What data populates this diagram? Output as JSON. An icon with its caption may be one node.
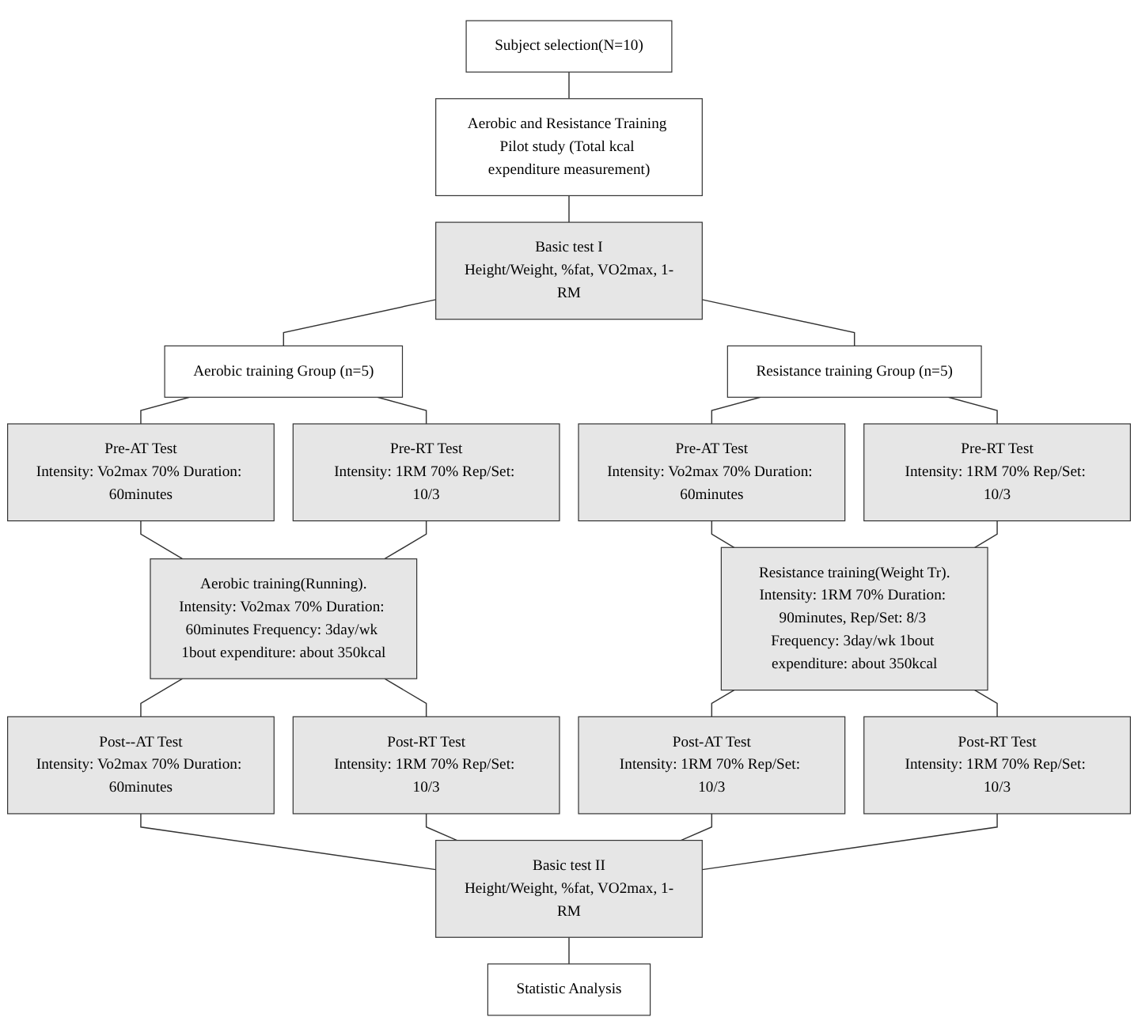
{
  "diagram": {
    "nodes": [
      {
        "text": [
          "Subject selection(N=10)"
        ]
      },
      {
        "text": [
          "Aerobic and Resistance Training Pilot study (Total kcal expenditure measurement)"
        ]
      },
      {
        "text": [
          "Basic test I",
          "Height/Weight, %fat, VO2max, 1-RM"
        ]
      },
      {
        "text": [
          "Aerobic training Group (n=5)"
        ]
      },
      {
        "text": [
          "Resistance training Group (n=5)"
        ]
      },
      {
        "text": [
          "Pre-AT Test",
          "Intensity: Vo2max 70% Duration: 60minutes"
        ]
      },
      {
        "text": [
          "Pre-RT Test",
          "Intensity: 1RM 70% Rep/Set: 10/3"
        ]
      },
      {
        "text": [
          "Pre-AT Test",
          "Intensity: Vo2max 70% Duration: 60minutes"
        ]
      },
      {
        "text": [
          "Pre-RT Test",
          "Intensity: 1RM 70% Rep/Set: 10/3"
        ]
      },
      {
        "text": [
          "Aerobic training(Running).",
          "Intensity: Vo2max 70% Duration: 60minutes Frequency: 3day/wk 1bout expenditure: about 350kcal"
        ]
      },
      {
        "text": [
          "Resistance training(Weight Tr).",
          "Intensity: 1RM 70% Duration: 90minutes, Rep/Set: 8/3 Frequency: 3day/wk 1bout expenditure: about 350kcal"
        ]
      },
      {
        "text": [
          "Post--AT Test",
          "Intensity: Vo2max 70% Duration: 60minutes"
        ]
      },
      {
        "text": [
          "Post-RT Test",
          "Intensity: 1RM 70% Rep/Set: 10/3"
        ]
      },
      {
        "text": [
          "Post-AT Test",
          "Intensity: 1RM 70% Rep/Set: 10/3"
        ]
      },
      {
        "text": [
          "Post-RT Test",
          "Intensity: 1RM 70% Rep/Set: 10/3"
        ]
      },
      {
        "text": [
          "Basic test II",
          "Height/Weight, %fat, VO2max, 1-RM"
        ]
      },
      {
        "text": [
          "Statistic Analysis"
        ]
      }
    ],
    "edges": [
      {
        "from": 0,
        "to": 1,
        "arrow": "none"
      },
      {
        "from": 1,
        "to": 2,
        "arrow": "none"
      },
      {
        "from": 2,
        "to": 3,
        "arrow": "none"
      },
      {
        "from": 2,
        "to": 4,
        "arrow": "none"
      },
      {
        "from": 3,
        "to": 5,
        "arrow": "none"
      },
      {
        "from": 3,
        "to": 6,
        "arrow": "none"
      },
      {
        "from": 4,
        "to": 7,
        "arrow": "none"
      },
      {
        "from": 4,
        "to": 8,
        "arrow": "none"
      },
      {
        "from": 5,
        "to": 9,
        "arrow": "none"
      },
      {
        "from": 6,
        "to": 9,
        "arrow": "none"
      },
      {
        "from": 7,
        "to": 10,
        "arrow": "none"
      },
      {
        "from": 8,
        "to": 10,
        "arrow": "none"
      },
      {
        "from": 9,
        "to": 11,
        "arrow": "none"
      },
      {
        "from": 9,
        "to": 12,
        "arrow": "none"
      },
      {
        "from": 10,
        "to": 13,
        "arrow": "none"
      },
      {
        "from": 10,
        "to": 14,
        "arrow": "none"
      },
      {
        "from": 11,
        "to": 15,
        "arrow": "none"
      },
      {
        "from": 12,
        "to": 15,
        "arrow": "none"
      },
      {
        "from": 13,
        "to": 15,
        "arrow": "none"
      },
      {
        "from": 14,
        "to": 15,
        "arrow": "none"
      },
      {
        "from": 15,
        "to": 16,
        "arrow": "none"
      }
    ]
  }
}
